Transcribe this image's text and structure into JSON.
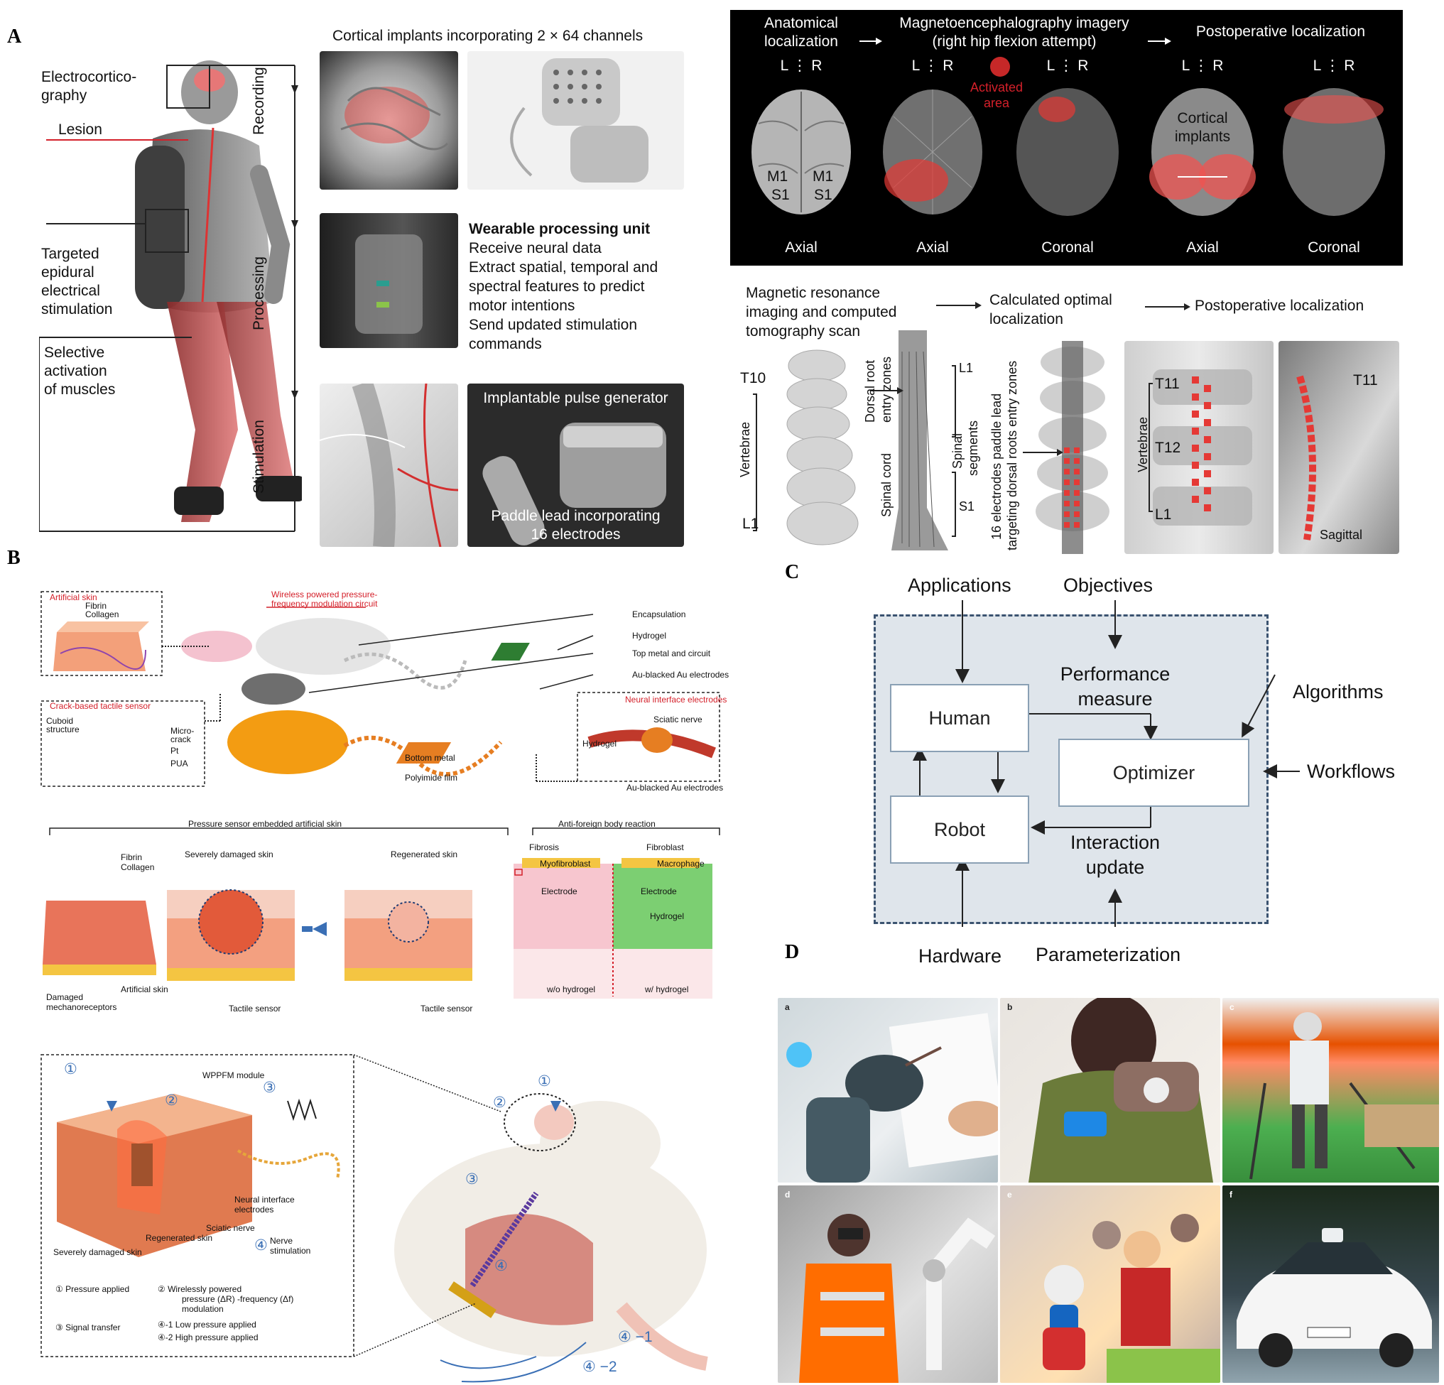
{
  "panels": {
    "a": "A",
    "b": "B",
    "c": "C",
    "d": "D"
  },
  "A": {
    "cortical_title": "Cortical implants incorporating 2 × 64 channels",
    "ecog_label_1": "Electrocortico-",
    "ecog_label_2": "graphy",
    "lesion": "Lesion",
    "epidural_1": "Targeted",
    "epidural_2": "epidural",
    "epidural_3": "electrical",
    "epidural_4": "stimulation",
    "muscles_1": "Selective",
    "muscles_2": "activation",
    "muscles_3": "of muscles",
    "stage_recording": "Recording",
    "stage_processing": "Processing",
    "stage_stimulation": "Stimulation",
    "wpu_title": "Wearable processing unit",
    "wpu_1": "Receive neural data",
    "wpu_2": "Extract spatial, temporal and",
    "wpu_3": "spectral features to predict",
    "wpu_4": "motor intentions",
    "wpu_5": "Send updated stimulation",
    "wpu_6": "commands",
    "ipg": "Implantable pulse generator",
    "paddle_1": "Paddle lead incorporating",
    "paddle_2": "16 electrodes",
    "meg": {
      "h1_1": "Anatomical",
      "h1_2": "localization",
      "h2_1": "Magnetoencephalography imagery",
      "h2_2": "(right hip flexion attempt)",
      "h3": "Postoperative localization",
      "lr": "L ⋮ R",
      "m1": "M1",
      "s1": "S1",
      "activated_1": "Activated",
      "activated_2": "area",
      "implants_1": "Cortical",
      "implants_2": "implants",
      "views": [
        "Axial",
        "Axial",
        "Coronal",
        "Axial",
        "Coronal"
      ]
    },
    "mri": {
      "h1_1": "Magnetic resonance",
      "h1_2": "imaging and computed",
      "h1_3": "tomography scan",
      "h2_1": "Calculated optimal",
      "h2_2": "localization",
      "h3": "Postoperative localization",
      "t10": "T10",
      "l1": "L1",
      "vertebrae": "Vertebrae",
      "drez_1": "Dorsal root",
      "drez_2": "entry zones",
      "spinal_cord": "Spinal cord",
      "seg_l1": "L1",
      "seg": "Spinal",
      "seg_2": "segments",
      "seg_s1": "S1",
      "paddle_1": "16 electrodes paddle lead",
      "paddle_2": "targeting dorsal roots entry zones",
      "t11": "T11",
      "t12": "T12",
      "l1b": "L1",
      "vert2": "Vertebrae",
      "t11b": "T11",
      "sagittal": "Sagittal"
    }
  },
  "B": {
    "artificial_skin": "Artificial skin",
    "fibrin": "Fibrin",
    "collagen": "Collagen",
    "crack_title": "Crack-based tactile sensor",
    "cuboid_1": "Cuboid",
    "cuboid_2": "structure",
    "microcrack_1": "Micro-",
    "microcrack_2": "crack",
    "pt": "Pt",
    "pua": "PUA",
    "wireless_1": "Wireless powered pressure-",
    "wireless_2": "frequency modulation circuit",
    "encapsulation": "Encapsulation",
    "hydrogel": "Hydrogel",
    "top_metal": "Top metal and circuit",
    "au_electrodes": "Au-blacked Au electrodes",
    "nie_title": "Neural interface electrodes",
    "sciatic": "Sciatic nerve",
    "hydrogel2": "Hydrogel",
    "au_electrodes2": "Au-blacked Au electrodes",
    "bottom_metal": "Bottom metal",
    "polyimide": "Polyimide film",
    "pressure_skin_title": "Pressure sensor embedded artificial skin",
    "fibrin2": "Fibrin",
    "collagen2": "Collagen",
    "severely": "Severely damaged skin",
    "regenerated": "Regenerated skin",
    "damaged_mech_1": "Damaged",
    "damaged_mech_2": "mechanoreceptors",
    "artificial_skin2": "Artificial skin",
    "tactile_1": "Tactile sensor",
    "tactile_2": "Tactile sensor",
    "afbr_title": "Anti-foreign body reaction",
    "fibrosis": "Fibrosis",
    "fibroblast": "Fibroblast",
    "myofibroblast": "Myofibroblast",
    "macrophage": "Macrophage",
    "electrode_1": "Electrode",
    "electrode_2": "Electrode",
    "hydrogel3": "Hydrogel",
    "wo_hydrogel": "w/o hydrogel",
    "w_hydrogel": "w/ hydrogel",
    "wppfm": "WPPFM module",
    "nie2_1": "Neural interface",
    "nie2_2": "electrodes",
    "sciatic2": "Sciatic nerve",
    "nerve_stim_1": "Nerve",
    "nerve_stim_2": "stimulation",
    "regenerated2": "Regenerated skin",
    "severely2": "Severely damaged skin",
    "c1": "①",
    "c2": "②",
    "c3": "③",
    "c4": "④",
    "leg1": "① Pressure applied",
    "leg2a": "②   Wirelessly powered",
    "leg2b": "pressure (ΔR) -frequency (Δf)",
    "leg2c": "modulation",
    "leg3": "③ Signal transfer",
    "leg4a": "④-1  Low pressure applied",
    "leg4b": "④-2  High pressure applied",
    "arc1": "④ −1",
    "arc2": "④ −2"
  },
  "C": {
    "applications": "Applications",
    "objectives": "Objectives",
    "algorithms": "Algorithms",
    "workflows": "Workflows",
    "hardware": "Hardware",
    "parameterization": "Parameterization",
    "human": "Human",
    "robot": "Robot",
    "optimizer": "Optimizer",
    "perf_1": "Performance",
    "perf_2": "measure",
    "inter_1": "Interaction",
    "inter_2": "update"
  },
  "D": {
    "labels": [
      "a",
      "b",
      "c",
      "d",
      "e",
      "f"
    ]
  }
}
